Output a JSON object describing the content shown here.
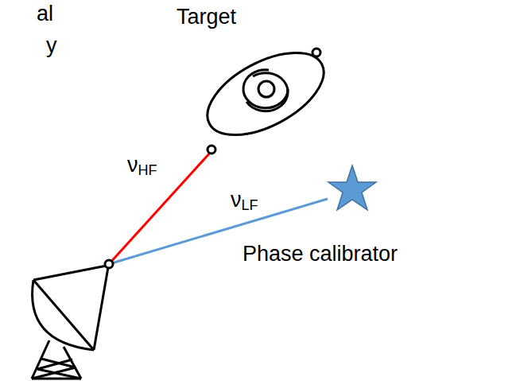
{
  "diagram": {
    "labels": [
      "al",
      "y",
      "Target",
      "νHF",
      "νLF",
      "Phase calibrator"
    ]
  }
}
